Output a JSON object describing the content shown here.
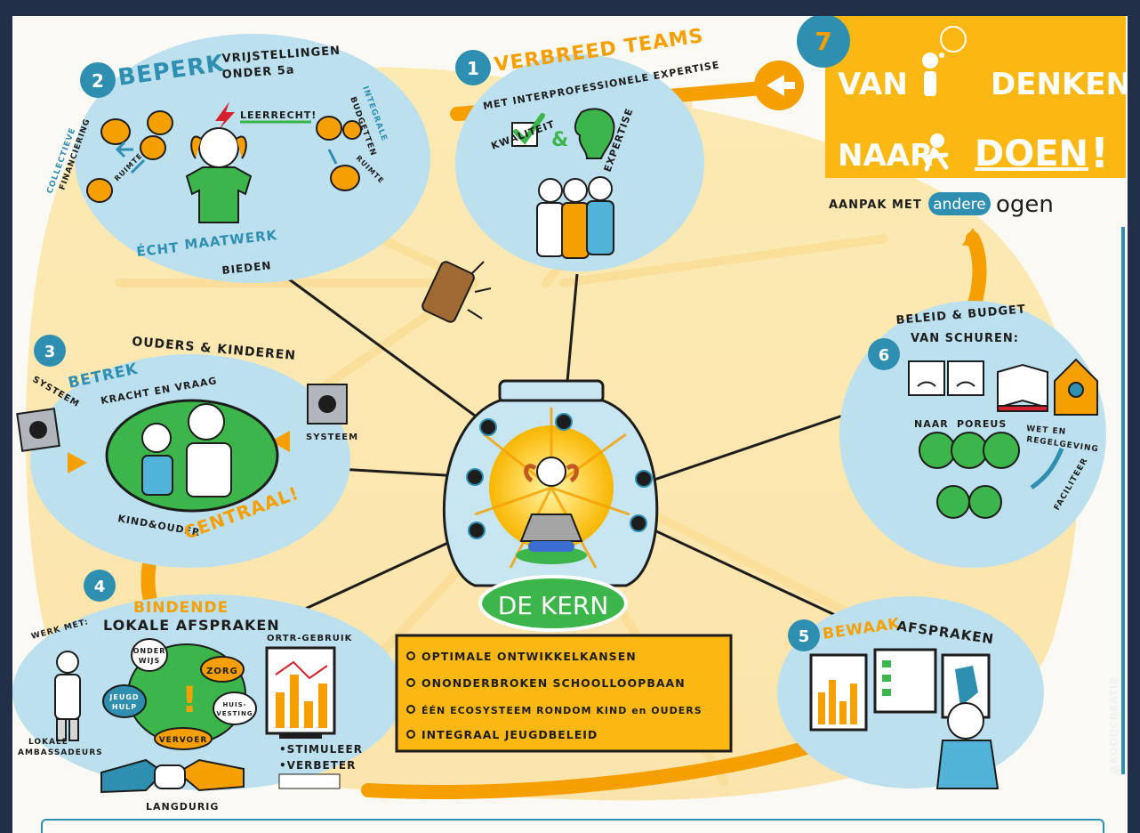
{
  "colors": {
    "background": "#213048",
    "canvas": "#fbf9f3",
    "bubble": "#bde0ef",
    "teal": "#2f8fb0",
    "orange": "#f5a000",
    "green": "#3cb54a",
    "yellow_box": "#fbb813"
  },
  "step7": {
    "badge": "7",
    "line1_a": "VAN",
    "line1_b": "DENKEN",
    "line2_a": "NAAR",
    "line2_b": "DOEN",
    "bang": "!",
    "caption_a": "AANPAK MET",
    "caption_pill": "andere",
    "caption_b": "ogen"
  },
  "step1": {
    "badge": "1",
    "title": "VERBREED TEAMS",
    "subtitle": "MET INTERPROFESSIONELE EXPERTISE",
    "kwaliteit": "KWALITEIT",
    "amp": "&",
    "expertise": "EXPERTISE"
  },
  "step2": {
    "badge": "2",
    "title_a": "BEPERK",
    "title_b": "VRIJSTELLINGEN",
    "title_c": "ONDER 5a",
    "leerrecht": "LEERRECHT!",
    "collectieve": "COLLECTIEVE",
    "financiering": "FINANCIERING",
    "ruimte1": "RUIMTE",
    "integrale": "INTEGRALE",
    "budgetten": "BUDGETTEN",
    "ruimte2": "RUIMTE",
    "echt": "ÉCHT",
    "maatwerk": "MAATWERK",
    "bieden": "BIEDEN"
  },
  "step3": {
    "badge": "3",
    "title_a": "BETREK",
    "title_b": "OUDERS & KINDEREN",
    "kracht": "KRACHT EN VRAAG",
    "systeem_left": "SYSTEEM",
    "systeem_right": "SYSTEEM",
    "kind_ouder": "KIND&OUDER",
    "centraal": "CENTRAAL!"
  },
  "step4": {
    "badge": "4",
    "title_a": "BINDENDE",
    "title_b": "LOKALE AFSPRAKEN",
    "werk_met": "WERK MET:",
    "ambassadeurs_a": "LOKALE",
    "ambassadeurs_b": "AMBASSADEURS",
    "onderwijs_a": "ONDER",
    "onderwijs_b": "WIJS",
    "zorg": "ZORG",
    "jeugdhulp_a": "JEUGD",
    "jeugdhulp_b": "HULP",
    "huisvesting_a": "HUIS-",
    "huisvesting_b": "VESTING",
    "vervoer": "VERVOER",
    "ortr": "ORTR-GEBRUIK",
    "stimuleer": "•STIMULEER",
    "verbeter": "•VERBETER",
    "langdurig": "LANGDURIG"
  },
  "step5": {
    "badge": "5",
    "title_a": "BEWAAK",
    "title_b": "AFSPRAKEN"
  },
  "step6": {
    "badge": "6",
    "title_a": "BELEID & BUDGET",
    "title_b": "VAN SCHUREN:",
    "naar": "NAAR",
    "poreus": "POREUS",
    "wet_a": "WET EN",
    "wet_b": "REGELGEVING",
    "faciliteer": "FACILITEER"
  },
  "kern": {
    "label": "DE KERN",
    "items": [
      "OPTIMALE ONTWIKKELKANSEN",
      "ONONDERBROKEN SCHOOLLOOPBAAN",
      "ÉÉN ECOSYSTEEM RONDOM KIND en OUDERS",
      "INTEGRAAL JEUGDBELEID"
    ]
  },
  "credit": "@KOOIJCREATIE"
}
